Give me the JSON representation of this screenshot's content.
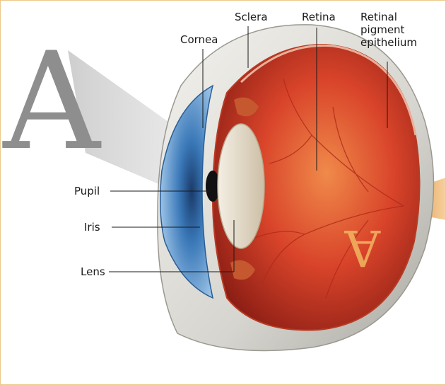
{
  "labels": {
    "sclera": "Sclera",
    "retina": "Retina",
    "rpe_line1": "Retinal",
    "rpe_line2": "pigment",
    "rpe_line3": "epithelium",
    "cornea": "Cornea",
    "pupil": "Pupil",
    "iris": "Iris",
    "lens": "Lens"
  },
  "letter": "A",
  "colors": {
    "frame_border": "#ecc98a",
    "frame_background": "#fbe9c7",
    "sclera": "#dcdcd6",
    "eye_interior": "#d9442a",
    "cornea_iris": "#3a78b8",
    "lens": "#e6dccb",
    "leader_line": "#1a1a1a"
  }
}
